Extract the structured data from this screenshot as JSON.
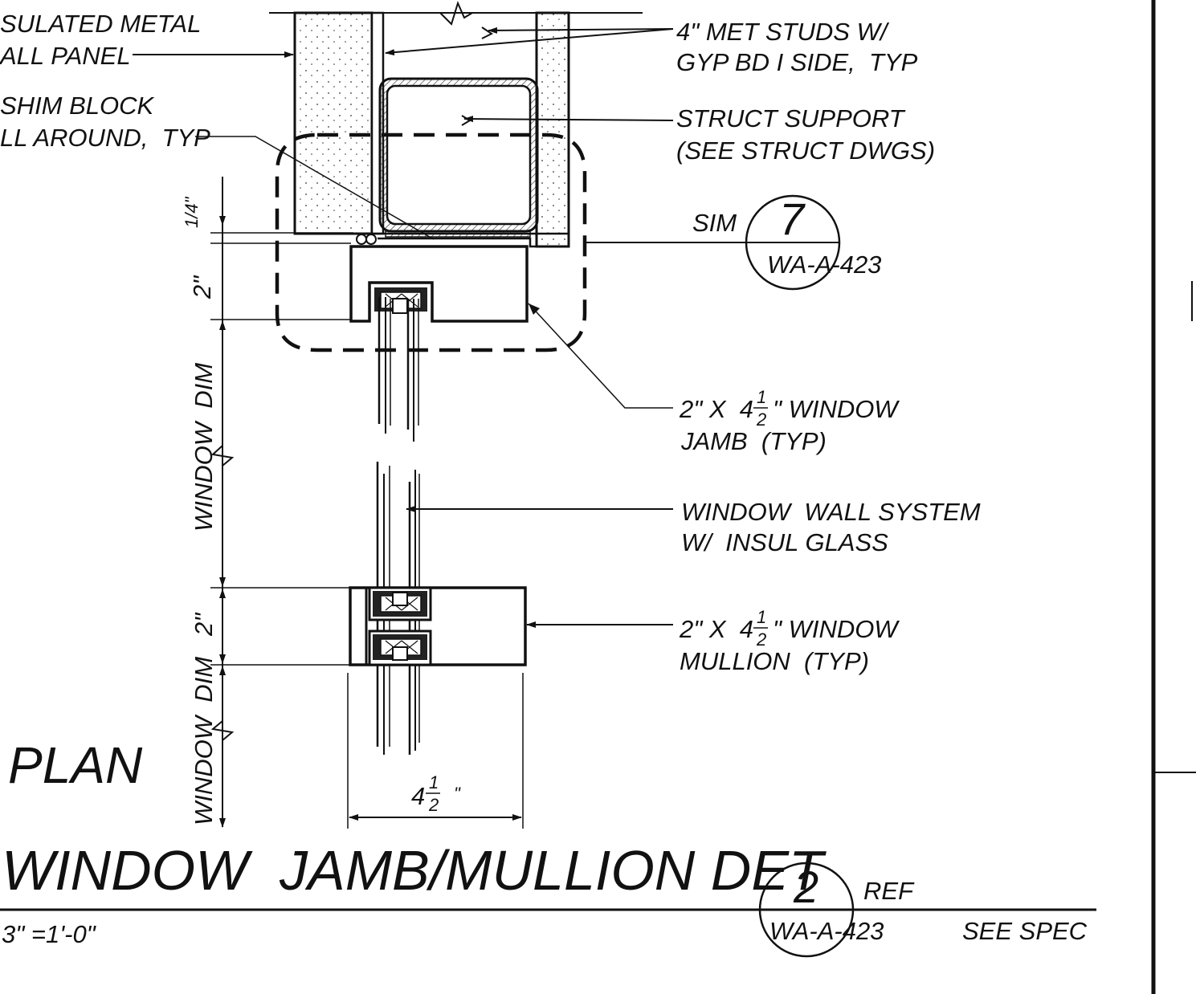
{
  "drawing": {
    "title": "WINDOW  JAMB/MULLION DET",
    "scale": "3\" =1'-0\"",
    "plan_label": "PLAN",
    "detail_ref": {
      "number": "2",
      "sheet": "WA-A-423",
      "ref": "REF",
      "see": "SEE SPEC"
    },
    "sim_ref": {
      "prefix": "SIM",
      "number": "7",
      "sheet": "WA-A-423"
    },
    "callouts": {
      "metal_panel": [
        "SULATED METAL",
        "ALL PANEL"
      ],
      "shim_block": [
        "SHIM BLOCK",
        "LL AROUND,  TYP"
      ],
      "studs": [
        "4\" MET STUDS W/",
        "GYP BD I SIDE,  TYP"
      ],
      "struct_support": [
        "STRUCT SUPPORT",
        "(SEE STRUCT DWGS)"
      ],
      "jamb": [
        "2\" X  4",
        "\" WINDOW",
        "JAMB  (TYP)"
      ],
      "window_wall": [
        "WINDOW  WALL SYSTEM",
        "W/  INSUL GLASS"
      ],
      "mullion": [
        "2\" X  4",
        "\" WINDOW",
        "MULLION  (TYP)"
      ]
    },
    "fraction": {
      "num": "1",
      "den": "2"
    },
    "dimensions": {
      "shim_gap": "1/4\"",
      "jamb_depth": "2\"",
      "window_dim": "WINDOW  DIM",
      "mullion_depth": "2\"",
      "window_dim_lower": "WINDOW  DIM",
      "frame_width": "4",
      "frame_width_unit": "\""
    }
  }
}
